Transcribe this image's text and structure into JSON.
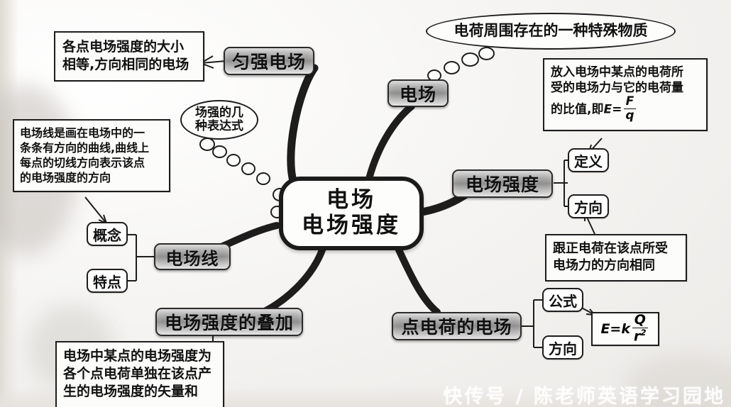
{
  "title": "电场 电场强度 思维导图",
  "central": {
    "line1": "电场",
    "line2": "电场强度"
  },
  "main_nodes": {
    "uniform_field": "匀强电场",
    "electric_field": "电场",
    "field_strength": "电场强度",
    "field_lines": "电场线",
    "superposition": "电场强度的叠加",
    "point_charge_field": "点电荷的电场"
  },
  "sub_nodes": {
    "concept": "概念",
    "features": "特点",
    "definition": "定义",
    "direction_right": "方向",
    "formula": "公式",
    "direction_bottom": "方向"
  },
  "notes": {
    "uniform_field_note": {
      "line1": "各点电场强度的大小",
      "line2": "相等,方向相同的电场"
    },
    "field_lines_note": {
      "line1": "电场线是画在电场中的一",
      "line2": "条条有方向的曲线,曲线上",
      "line3": "每点的切线方向表示该点",
      "line4": "的电场强度的方向"
    },
    "definition_note": {
      "line1": "放入电场中某点的电荷所",
      "line2": "受的电场力与它的电荷量",
      "line3_prefix": "的比值,即",
      "formula_lhs": "E=",
      "formula_num": "F",
      "formula_den": "q"
    },
    "direction_note": {
      "line1": "跟正电荷在该点所受",
      "line2": "电场力的方向相同"
    },
    "superposition_note": {
      "line1": "电场中某点的电场强度为",
      "line2": "各个点电荷单独在该点产",
      "line3": "生的电场强度的矢量和"
    }
  },
  "bubbles": {
    "field_essence": "电荷周围存在的一种特殊物质",
    "expressions": {
      "line1": "场强的几",
      "line2": "种表达式"
    }
  },
  "formulas": {
    "point_charge": {
      "lhs": "E=k",
      "num": "Q",
      "den": "r",
      "den_sup": "2"
    }
  },
  "watermark": "快传号 / 陈老师英语学习园地",
  "colors": {
    "ink": "#1d1d1d",
    "paper": "#f6f5f3",
    "node_metal_light": "#d9d9d9",
    "node_metal_dark": "#8e8e8e"
  }
}
